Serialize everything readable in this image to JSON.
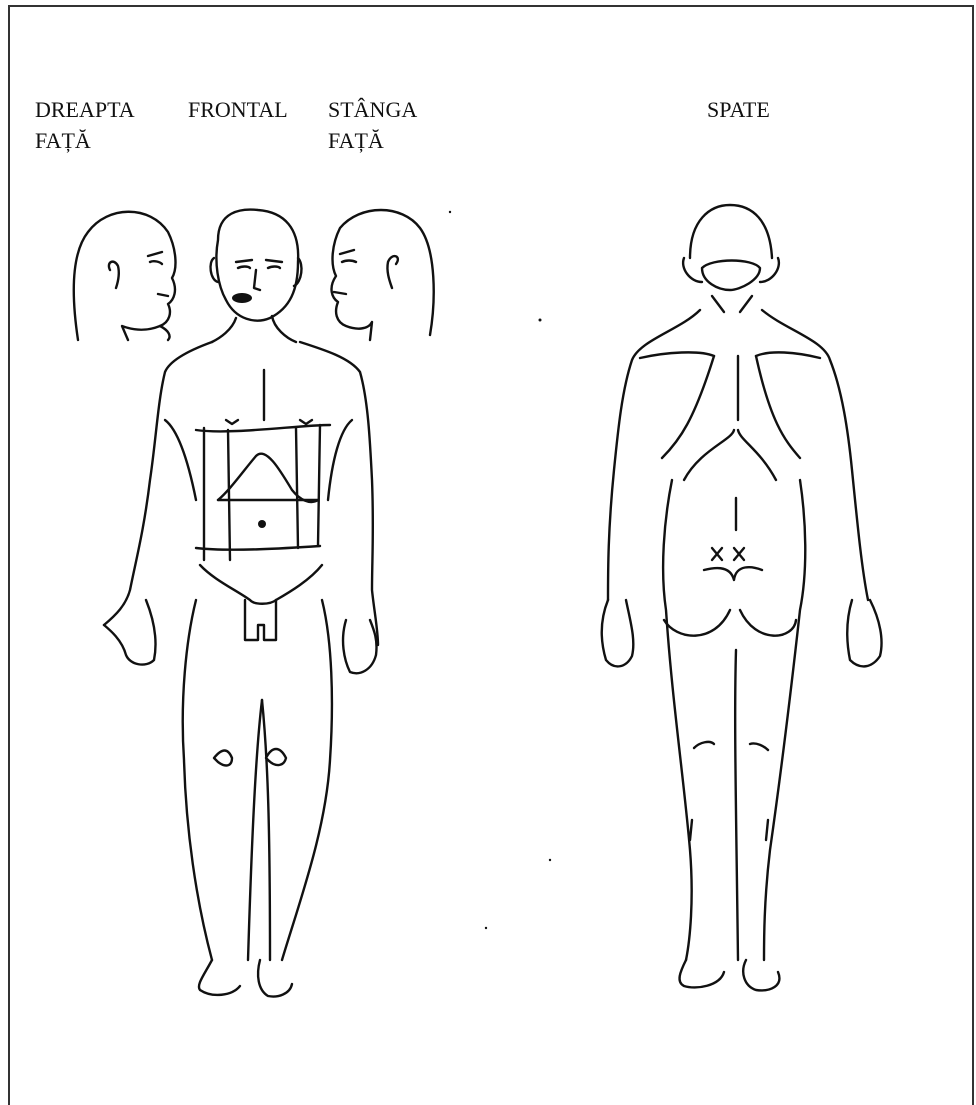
{
  "labels": {
    "right_top": "DREAPTA",
    "right_bottom": "FAȚĂ",
    "frontal": "FRONTAL",
    "left_top": "STÂNGA",
    "left_bottom": "FAȚĂ",
    "back": "SPATE"
  },
  "colors": {
    "line": "#111111",
    "background": "#ffffff"
  }
}
